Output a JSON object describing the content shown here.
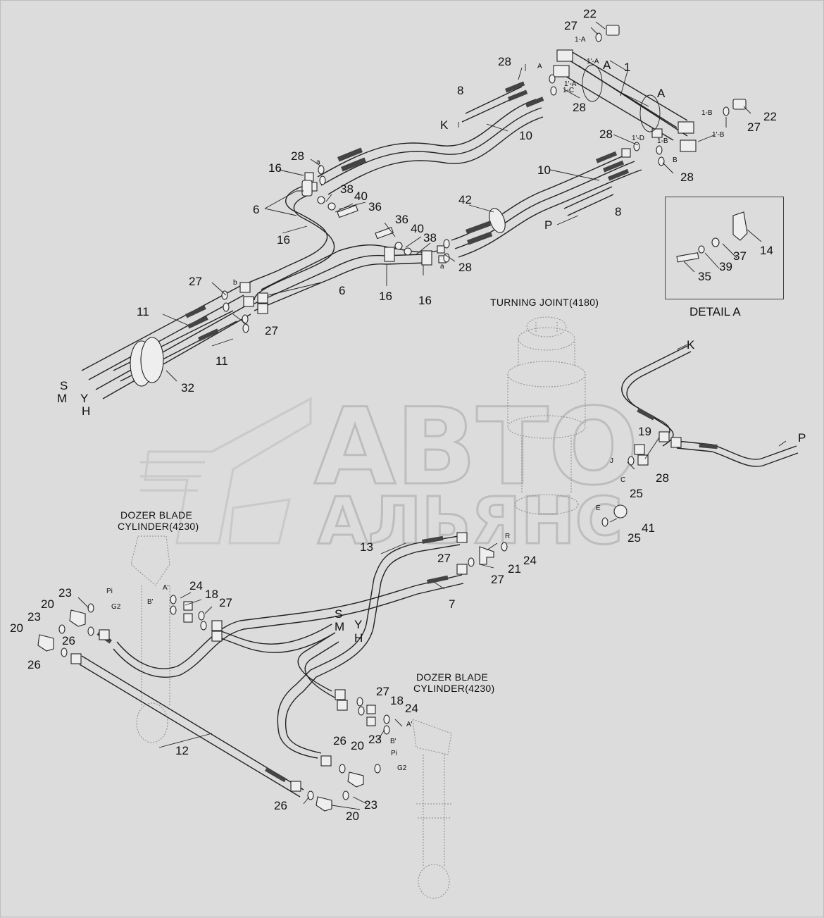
{
  "captions": {
    "turning_joint": "TURNING JOINT(4180)",
    "detail_a": "DETAIL A",
    "dozer_blade_left": [
      "DOZER BLADE",
      "CYLINDER(4230)"
    ],
    "dozer_blade_right": [
      "DOZER BLADE",
      "CYLINDER(4230)"
    ]
  },
  "watermark": {
    "line1": "АВТО",
    "line2": "АЛЬЯНС"
  },
  "labels": [
    {
      "id": "l22a",
      "text": "22"
    },
    {
      "id": "l27a",
      "text": "27"
    },
    {
      "id": "l1A",
      "text": "1-A"
    },
    {
      "id": "l1pA",
      "text": "1'-A"
    },
    {
      "id": "lAbig",
      "text": "A"
    },
    {
      "id": "l1",
      "text": "1"
    },
    {
      "id": "l28a",
      "text": "28"
    },
    {
      "id": "lAsm",
      "text": "A"
    },
    {
      "id": "l1pA2",
      "text": "1'-A"
    },
    {
      "id": "l1C",
      "text": "1-C"
    },
    {
      "id": "l8a",
      "text": "8"
    },
    {
      "id": "l28b",
      "text": "28"
    },
    {
      "id": "lAbig2",
      "text": "A"
    },
    {
      "id": "l1B",
      "text": "1-B"
    },
    {
      "id": "l22b",
      "text": "22"
    },
    {
      "id": "l27b",
      "text": "27"
    },
    {
      "id": "l1pB",
      "text": "1'-B"
    },
    {
      "id": "lK",
      "text": "K"
    },
    {
      "id": "l10a",
      "text": "10"
    },
    {
      "id": "l28c",
      "text": "28"
    },
    {
      "id": "l1pD",
      "text": "1'-D"
    },
    {
      "id": "l1B2",
      "text": "1-B"
    },
    {
      "id": "lB",
      "text": "B"
    },
    {
      "id": "l28d",
      "text": "28"
    },
    {
      "id": "l10b",
      "text": "10"
    },
    {
      "id": "l28e",
      "text": "28"
    },
    {
      "id": "la1",
      "text": "a"
    },
    {
      "id": "l16a",
      "text": "16"
    },
    {
      "id": "l38a",
      "text": "38"
    },
    {
      "id": "l40a",
      "text": "40"
    },
    {
      "id": "l6a",
      "text": "6"
    },
    {
      "id": "l36a",
      "text": "36"
    },
    {
      "id": "l42",
      "text": "42"
    },
    {
      "id": "l8b",
      "text": "8"
    },
    {
      "id": "lP",
      "text": "P"
    },
    {
      "id": "l16b",
      "text": "16"
    },
    {
      "id": "l36b",
      "text": "36"
    },
    {
      "id": "l40b",
      "text": "40"
    },
    {
      "id": "l38b",
      "text": "38"
    },
    {
      "id": "la2",
      "text": "a"
    },
    {
      "id": "l28f",
      "text": "28"
    },
    {
      "id": "lb",
      "text": "b"
    },
    {
      "id": "l27c",
      "text": "27"
    },
    {
      "id": "l6b",
      "text": "6"
    },
    {
      "id": "l16c",
      "text": "16"
    },
    {
      "id": "l16d",
      "text": "16"
    },
    {
      "id": "l11a",
      "text": "11"
    },
    {
      "id": "l27d",
      "text": "27"
    },
    {
      "id": "l11b",
      "text": "11"
    },
    {
      "id": "l32",
      "text": "32"
    },
    {
      "id": "lS1",
      "text": "S"
    },
    {
      "id": "lM1",
      "text": "M"
    },
    {
      "id": "lY1",
      "text": "Y"
    },
    {
      "id": "lH1",
      "text": "H"
    },
    {
      "id": "l14",
      "text": "14"
    },
    {
      "id": "l37",
      "text": "37"
    },
    {
      "id": "l39",
      "text": "39"
    },
    {
      "id": "l35",
      "text": "35"
    },
    {
      "id": "lK2",
      "text": "K"
    },
    {
      "id": "l19",
      "text": "19"
    },
    {
      "id": "lJ",
      "text": "J"
    },
    {
      "id": "lC",
      "text": "C"
    },
    {
      "id": "l25a",
      "text": "25"
    },
    {
      "id": "l28g",
      "text": "28"
    },
    {
      "id": "lP2",
      "text": "P"
    },
    {
      "id": "lE",
      "text": "E"
    },
    {
      "id": "l41",
      "text": "41"
    },
    {
      "id": "l25b",
      "text": "25"
    },
    {
      "id": "l13",
      "text": "13"
    },
    {
      "id": "lR",
      "text": "R"
    },
    {
      "id": "l27e",
      "text": "27"
    },
    {
      "id": "l24a",
      "text": "24"
    },
    {
      "id": "l21",
      "text": "21"
    },
    {
      "id": "l27f",
      "text": "27"
    },
    {
      "id": "l7",
      "text": "7"
    },
    {
      "id": "l23a",
      "text": "23"
    },
    {
      "id": "lPi1",
      "text": "Pi"
    },
    {
      "id": "lAp1",
      "text": "A'"
    },
    {
      "id": "l24b",
      "text": "24"
    },
    {
      "id": "l18a",
      "text": "18"
    },
    {
      "id": "l27g",
      "text": "27"
    },
    {
      "id": "lBp1",
      "text": "B'"
    },
    {
      "id": "lG21",
      "text": "G2"
    },
    {
      "id": "l20a",
      "text": "20"
    },
    {
      "id": "l23b",
      "text": "23"
    },
    {
      "id": "l20b",
      "text": "20"
    },
    {
      "id": "l26a",
      "text": "26"
    },
    {
      "id": "l26b",
      "text": "26"
    },
    {
      "id": "lS2",
      "text": "S"
    },
    {
      "id": "lM2",
      "text": "M"
    },
    {
      "id": "lY2",
      "text": "Y"
    },
    {
      "id": "lH2",
      "text": "H"
    },
    {
      "id": "l27h",
      "text": "27"
    },
    {
      "id": "l18b",
      "text": "18"
    },
    {
      "id": "l24c",
      "text": "24"
    },
    {
      "id": "lAp2",
      "text": "A'"
    },
    {
      "id": "l12",
      "text": "12"
    },
    {
      "id": "l26c",
      "text": "26"
    },
    {
      "id": "l20c",
      "text": "20"
    },
    {
      "id": "l23c",
      "text": "23"
    },
    {
      "id": "lBp2",
      "text": "B'"
    },
    {
      "id": "lPi2",
      "text": "Pi"
    },
    {
      "id": "lG22",
      "text": "G2"
    },
    {
      "id": "l26d",
      "text": "26"
    },
    {
      "id": "l23d",
      "text": "23"
    },
    {
      "id": "l20d",
      "text": "20"
    }
  ]
}
